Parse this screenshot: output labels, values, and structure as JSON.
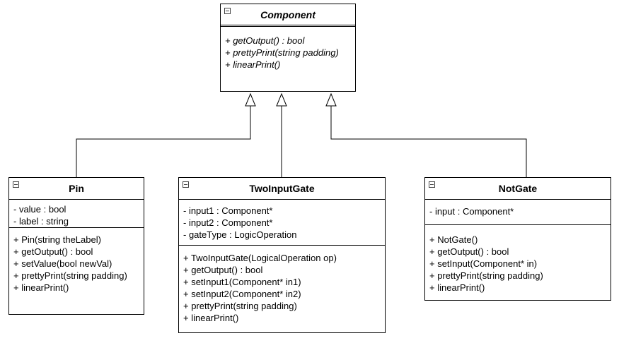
{
  "diagram": {
    "component": {
      "name": "Component",
      "attributes": [],
      "operations": [
        "+ getOutput() : bool",
        "+ prettyPrint(string padding)",
        "+ linearPrint()"
      ]
    },
    "pin": {
      "name": "Pin",
      "attributes": [
        "- value : bool",
        "- label : string"
      ],
      "operations": [
        "+ Pin(string theLabel)",
        "+ getOutput() : bool",
        "+ setValue(bool newVal)",
        "+ prettyPrint(string padding)",
        "+ linearPrint()"
      ]
    },
    "two_input_gate": {
      "name": "TwoInputGate",
      "attributes": [
        "- input1 : Component*",
        "- input2 : Component*",
        "- gateType : LogicOperation"
      ],
      "operations": [
        "+ TwoInputGate(LogicalOperation op)",
        "+ getOutput() : bool",
        "+ setInput1(Component* in1)",
        "+ setInput2(Component* in2)",
        "+ prettyPrint(string padding)",
        "+ linearPrint()"
      ]
    },
    "not_gate": {
      "name": "NotGate",
      "attributes": [
        "- input : Component*"
      ],
      "operations": [
        "+ NotGate()",
        "+ getOutput() : bool",
        "+ setInput(Component* in)",
        "+ prettyPrint(string padding)",
        "+ linearPrint()"
      ]
    },
    "relations": [
      {
        "from": "Pin",
        "to": "Component",
        "type": "generalization"
      },
      {
        "from": "TwoInputGate",
        "to": "Component",
        "type": "generalization"
      },
      {
        "from": "NotGate",
        "to": "Component",
        "type": "generalization"
      }
    ]
  }
}
